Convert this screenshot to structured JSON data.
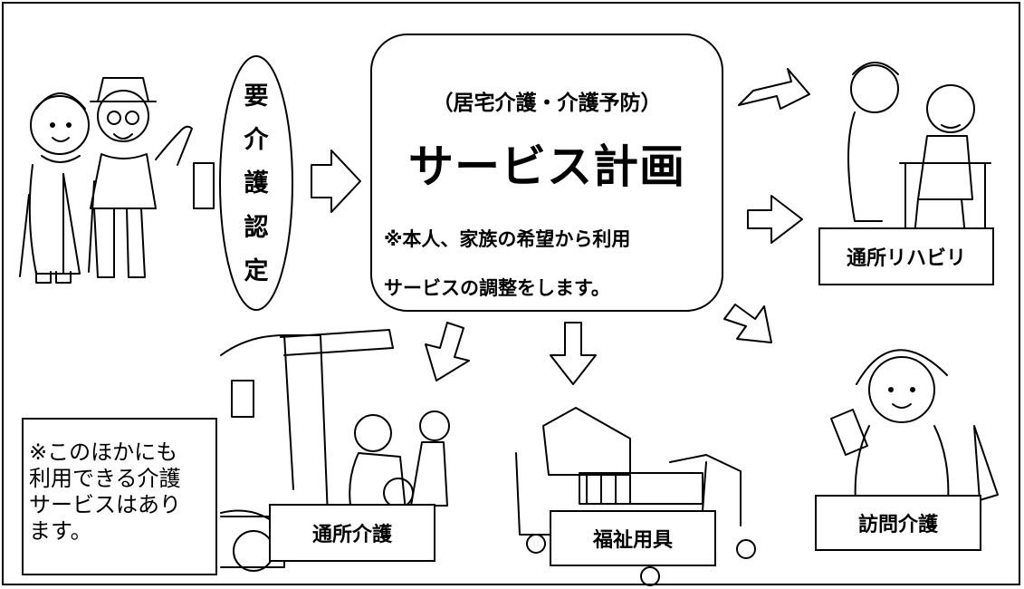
{
  "certification_label": [
    "要",
    "介",
    "護",
    "認",
    "定"
  ],
  "plan": {
    "subtitle": "（居宅介護・介護予防）",
    "title": "サービス計画",
    "note_line1": "※本人、家族の希望から利用",
    "note_line2": "サービスの調整をします。"
  },
  "services": {
    "rehab": "通所リハビリ",
    "day_care": "通所介護",
    "welfare_equipment": "福祉用具",
    "home_visit": "訪問介護"
  },
  "other_note_lines": [
    "※このほかにも",
    "利用できる介護",
    "サービスはあり",
    "ます。"
  ]
}
